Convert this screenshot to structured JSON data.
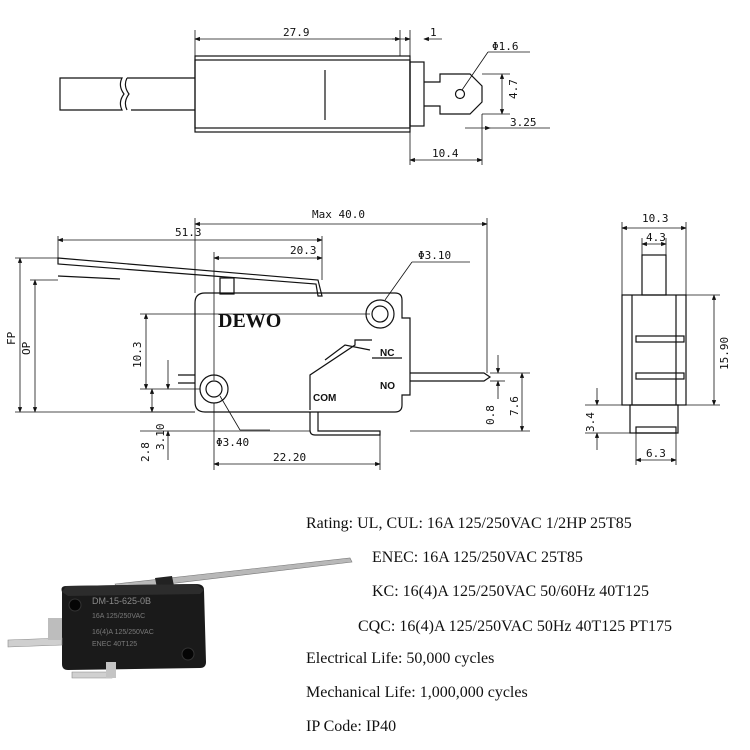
{
  "brand": "DEWO",
  "terminals": {
    "nc": "NC",
    "no": "NO",
    "com": "COM"
  },
  "top_view": {
    "d_27_9": "27.9",
    "d_1": "1",
    "d_phi_1_6": "Φ1.6",
    "d_4_7": "4.7",
    "d_3_25": "3.25",
    "d_10_4": "10.4"
  },
  "side_view": {
    "d_max_40": "Max 40.0",
    "d_51_3": "51.3",
    "d_20_3": "20.3",
    "d_phi_3_10": "Φ3.10",
    "d_fp": "FP",
    "d_op": "OP",
    "d_10_3": "10.3",
    "d_0_8": "0.8",
    "d_7_6": "7.6",
    "d_2_8": "2.8",
    "d_3_10": "3.10",
    "d_phi_3_40": "Φ3.40",
    "d_22_20": "22.20"
  },
  "end_view": {
    "d_10_3": "10.3",
    "d_4_3": "4.3",
    "d_15_90": "15.90",
    "d_3_4": "3.4",
    "d_6_3": "6.3"
  },
  "product_label": {
    "model": "DM-15-625-0B",
    "line2": "16A 125/250VAC",
    "line3": "16(4)A 125/250VAC",
    "line4": "ENEC 40T125"
  },
  "specs": {
    "rating": "Rating:  UL, CUL: 16A 125/250VAC 1/2HP 25T85",
    "enec": "ENEC:  16A 125/250VAC 25T85",
    "kc": "KC: 16(4)A 125/250VAC 50/60Hz 40T125",
    "cqc": "CQC: 16(4)A 125/250VAC 50Hz 40T125 PT175",
    "electrical_life": "Electrical Life: 50,000 cycles",
    "mechanical_life": "Mechanical Life: 1,000,000 cycles",
    "ip_code": "IP Code: IP40"
  }
}
